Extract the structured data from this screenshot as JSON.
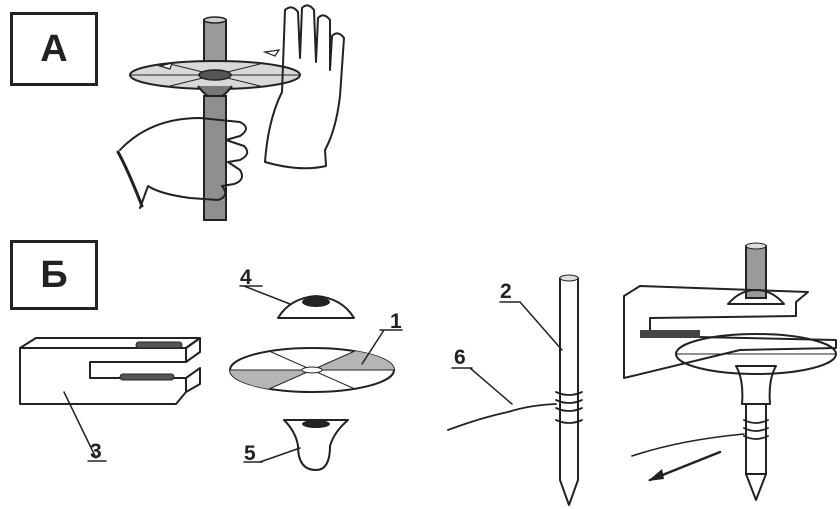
{
  "panels": {
    "a": {
      "label": "А"
    },
    "b": {
      "label": "Б"
    }
  },
  "parts": [
    {
      "id": "disc",
      "number": "1"
    },
    {
      "id": "rod",
      "number": "2"
    },
    {
      "id": "slotted-board",
      "number": "3"
    },
    {
      "id": "upper-hub",
      "number": "4"
    },
    {
      "id": "lower-hub",
      "number": "5"
    },
    {
      "id": "string",
      "number": "6"
    }
  ],
  "colors": {
    "ink": "#222222",
    "shade": "#b5b5b5",
    "dark": "#333333",
    "paper": "#ffffff"
  }
}
